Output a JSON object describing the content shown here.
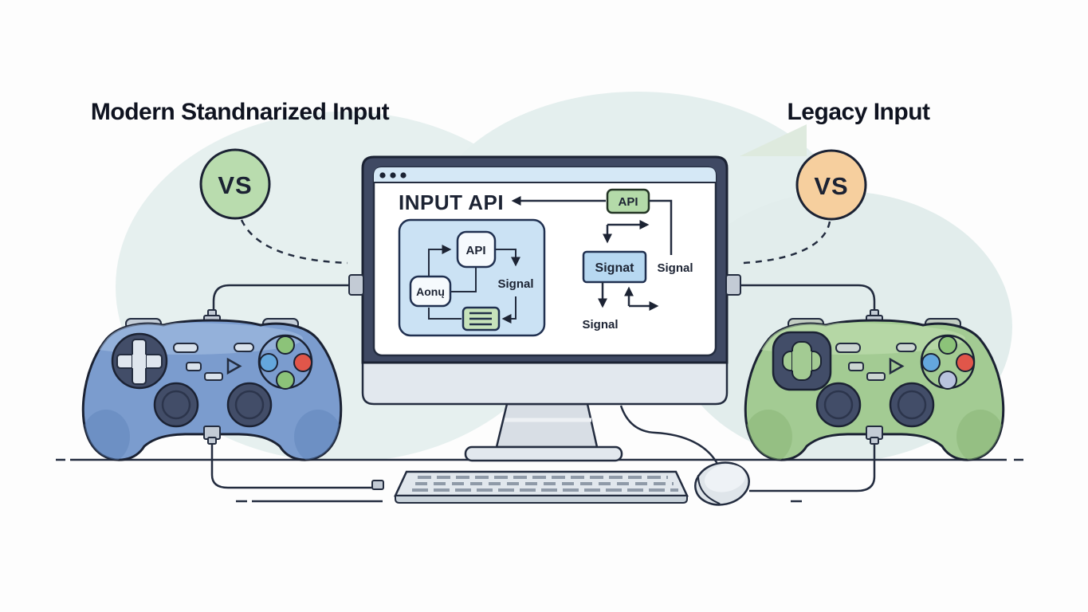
{
  "titles": {
    "left": "Modern Standnarized Input",
    "right": "Legacy Input"
  },
  "vs": {
    "left": "VS",
    "right": "VS"
  },
  "screen": {
    "heading": "INPUT API",
    "api_chip": "API",
    "right_flow": {
      "box": "Signat",
      "side_label": "Signal",
      "bottom_label": "Signal"
    },
    "panel": {
      "api": "API",
      "source": "Aonų",
      "signal": "Signal"
    }
  },
  "icons": {
    "window_dots": "window-dots-icon",
    "menu_lines": "menu-lines-icon",
    "dpad_left": "dpad-cross-icon",
    "dpad_right": "dpad-clover-icon",
    "play_triangle": "play-triangle-icon"
  },
  "colors": {
    "vs_left_fill": "#b9dcae",
    "vs_right_fill": "#f6cf9e",
    "controller_left_body": "#7b9cce",
    "controller_right_body": "#a3cb93",
    "api_chip_fill": "#b4daa9",
    "signat_box_fill": "#b7d8f1",
    "panel_fill": "#cbe2f4",
    "menu_box_fill": "#c7e3bb",
    "monitor_bezel": "#3f4963",
    "browser_bar": "#d5e8f6",
    "button_red": "#e0564a",
    "button_blue": "#64a7dd",
    "button_green": "#8cc379",
    "button_lavender": "#b9c3de",
    "outline": "#232c3f",
    "background_blob": "#e4efee"
  }
}
